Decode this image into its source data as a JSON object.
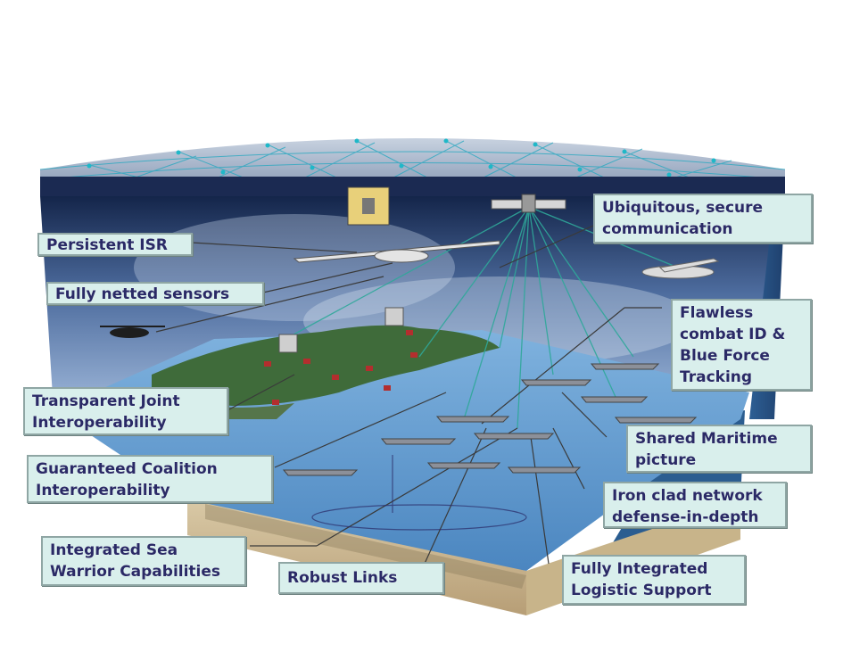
{
  "callouts": {
    "persistent_isr": "Persistent ISR",
    "fully_netted_sensors": "Fully netted sensors",
    "ubiquitous_comm_line1": "Ubiquitous, secure",
    "ubiquitous_comm_line2": "communication",
    "flawless_id_line1": "Flawless",
    "flawless_id_line2": "combat ID &",
    "flawless_id_line3": "Blue Force",
    "flawless_id_line4": "Tracking",
    "transparent_joint_line1": "Transparent Joint",
    "transparent_joint_line2": "Interoperability",
    "guaranteed_coalition_line1": "Guaranteed Coalition",
    "guaranteed_coalition_line2": "Interoperability",
    "shared_maritime_line1": "Shared Maritime",
    "shared_maritime_line2": "picture",
    "iron_clad_line1": "Iron clad network",
    "iron_clad_line2": "defense-in-depth",
    "integrated_sea_warrior_line1": "Integrated Sea",
    "integrated_sea_warrior_line2": "Warrior Capabilities",
    "robust_links": "Robust Links",
    "fully_integrated_logistic_line1": "Fully Integrated",
    "fully_integrated_logistic_line2": "Logistic Support"
  },
  "colors": {
    "callout_fill": "#d9efec",
    "callout_text": "#2a2a66",
    "sky_top": "#1d2f57",
    "sky_bottom": "#7c9cc8",
    "sea": "#5f97cc",
    "land": "#3f6b3a",
    "net_node": "#2ab2c6"
  }
}
